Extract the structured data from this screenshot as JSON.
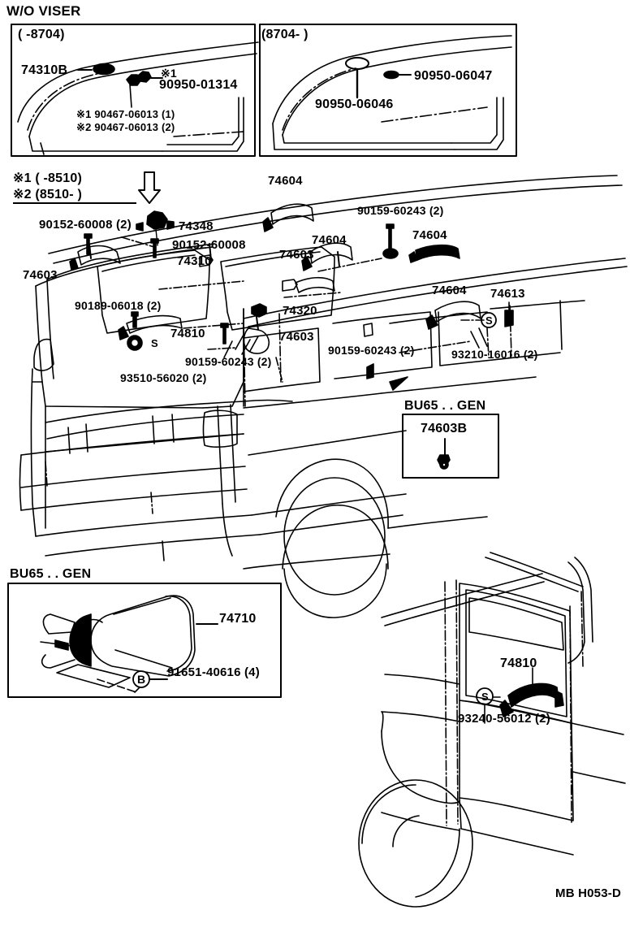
{
  "diagram": {
    "header_title": "W/O VISER",
    "footer_code": "MB H053-D"
  },
  "panels": {
    "top_left": {
      "range_label": "(        -8704)",
      "callouts": [
        {
          "part": "74310B"
        },
        {
          "part": "※1"
        },
        {
          "part": "90950-01314"
        },
        {
          "part": "※1 90467-06013 (1)"
        },
        {
          "part": "※2 90467-06013 (2)"
        }
      ]
    },
    "top_right": {
      "range_label": "(8704-        )",
      "callouts": [
        {
          "part": "90950-06047"
        },
        {
          "part": "90950-06046"
        }
      ]
    },
    "legend": {
      "line1": "※1 (       -8510)",
      "line2": "※2 (8510-        )"
    },
    "gen_box_right": {
      "title": "BU65 . . GEN",
      "callouts": [
        {
          "part": "74603B"
        }
      ]
    },
    "gen_box_bottom": {
      "title": "BU65 . . GEN",
      "callouts": [
        {
          "part": "74710"
        },
        {
          "part": "91651-40616 (4)"
        }
      ]
    }
  },
  "main_callouts": [
    {
      "id": "c1",
      "part": "90152-60008 (2)"
    },
    {
      "id": "c2",
      "part": "74348"
    },
    {
      "id": "c3",
      "part": "90152-60008"
    },
    {
      "id": "c4",
      "part": "74310"
    },
    {
      "id": "c5",
      "part": "74603"
    },
    {
      "id": "c6",
      "part": "90189-06018 (2)"
    },
    {
      "id": "c7",
      "part": "74810"
    },
    {
      "id": "c8",
      "part": "90159-60243 (2)"
    },
    {
      "id": "c9",
      "part": "93510-56020 (2)"
    },
    {
      "id": "c10",
      "part": "74604"
    },
    {
      "id": "c11",
      "part": "90159-60243 (2)"
    },
    {
      "id": "c12",
      "part": "74604"
    },
    {
      "id": "c13",
      "part": "74604"
    },
    {
      "id": "c14",
      "part": "74603"
    },
    {
      "id": "c15",
      "part": "74320"
    },
    {
      "id": "c16",
      "part": "74603"
    },
    {
      "id": "c17",
      "part": "74604"
    },
    {
      "id": "c18",
      "part": "74613"
    },
    {
      "id": "c19",
      "part": "90159-60243 (2)"
    },
    {
      "id": "c20",
      "part": "93210-16016 (2)"
    },
    {
      "id": "c21",
      "part": "74810"
    },
    {
      "id": "c22",
      "part": "93240-56012 (2)"
    }
  ],
  "markers": {
    "s_marker": "S",
    "b_marker": "B"
  }
}
